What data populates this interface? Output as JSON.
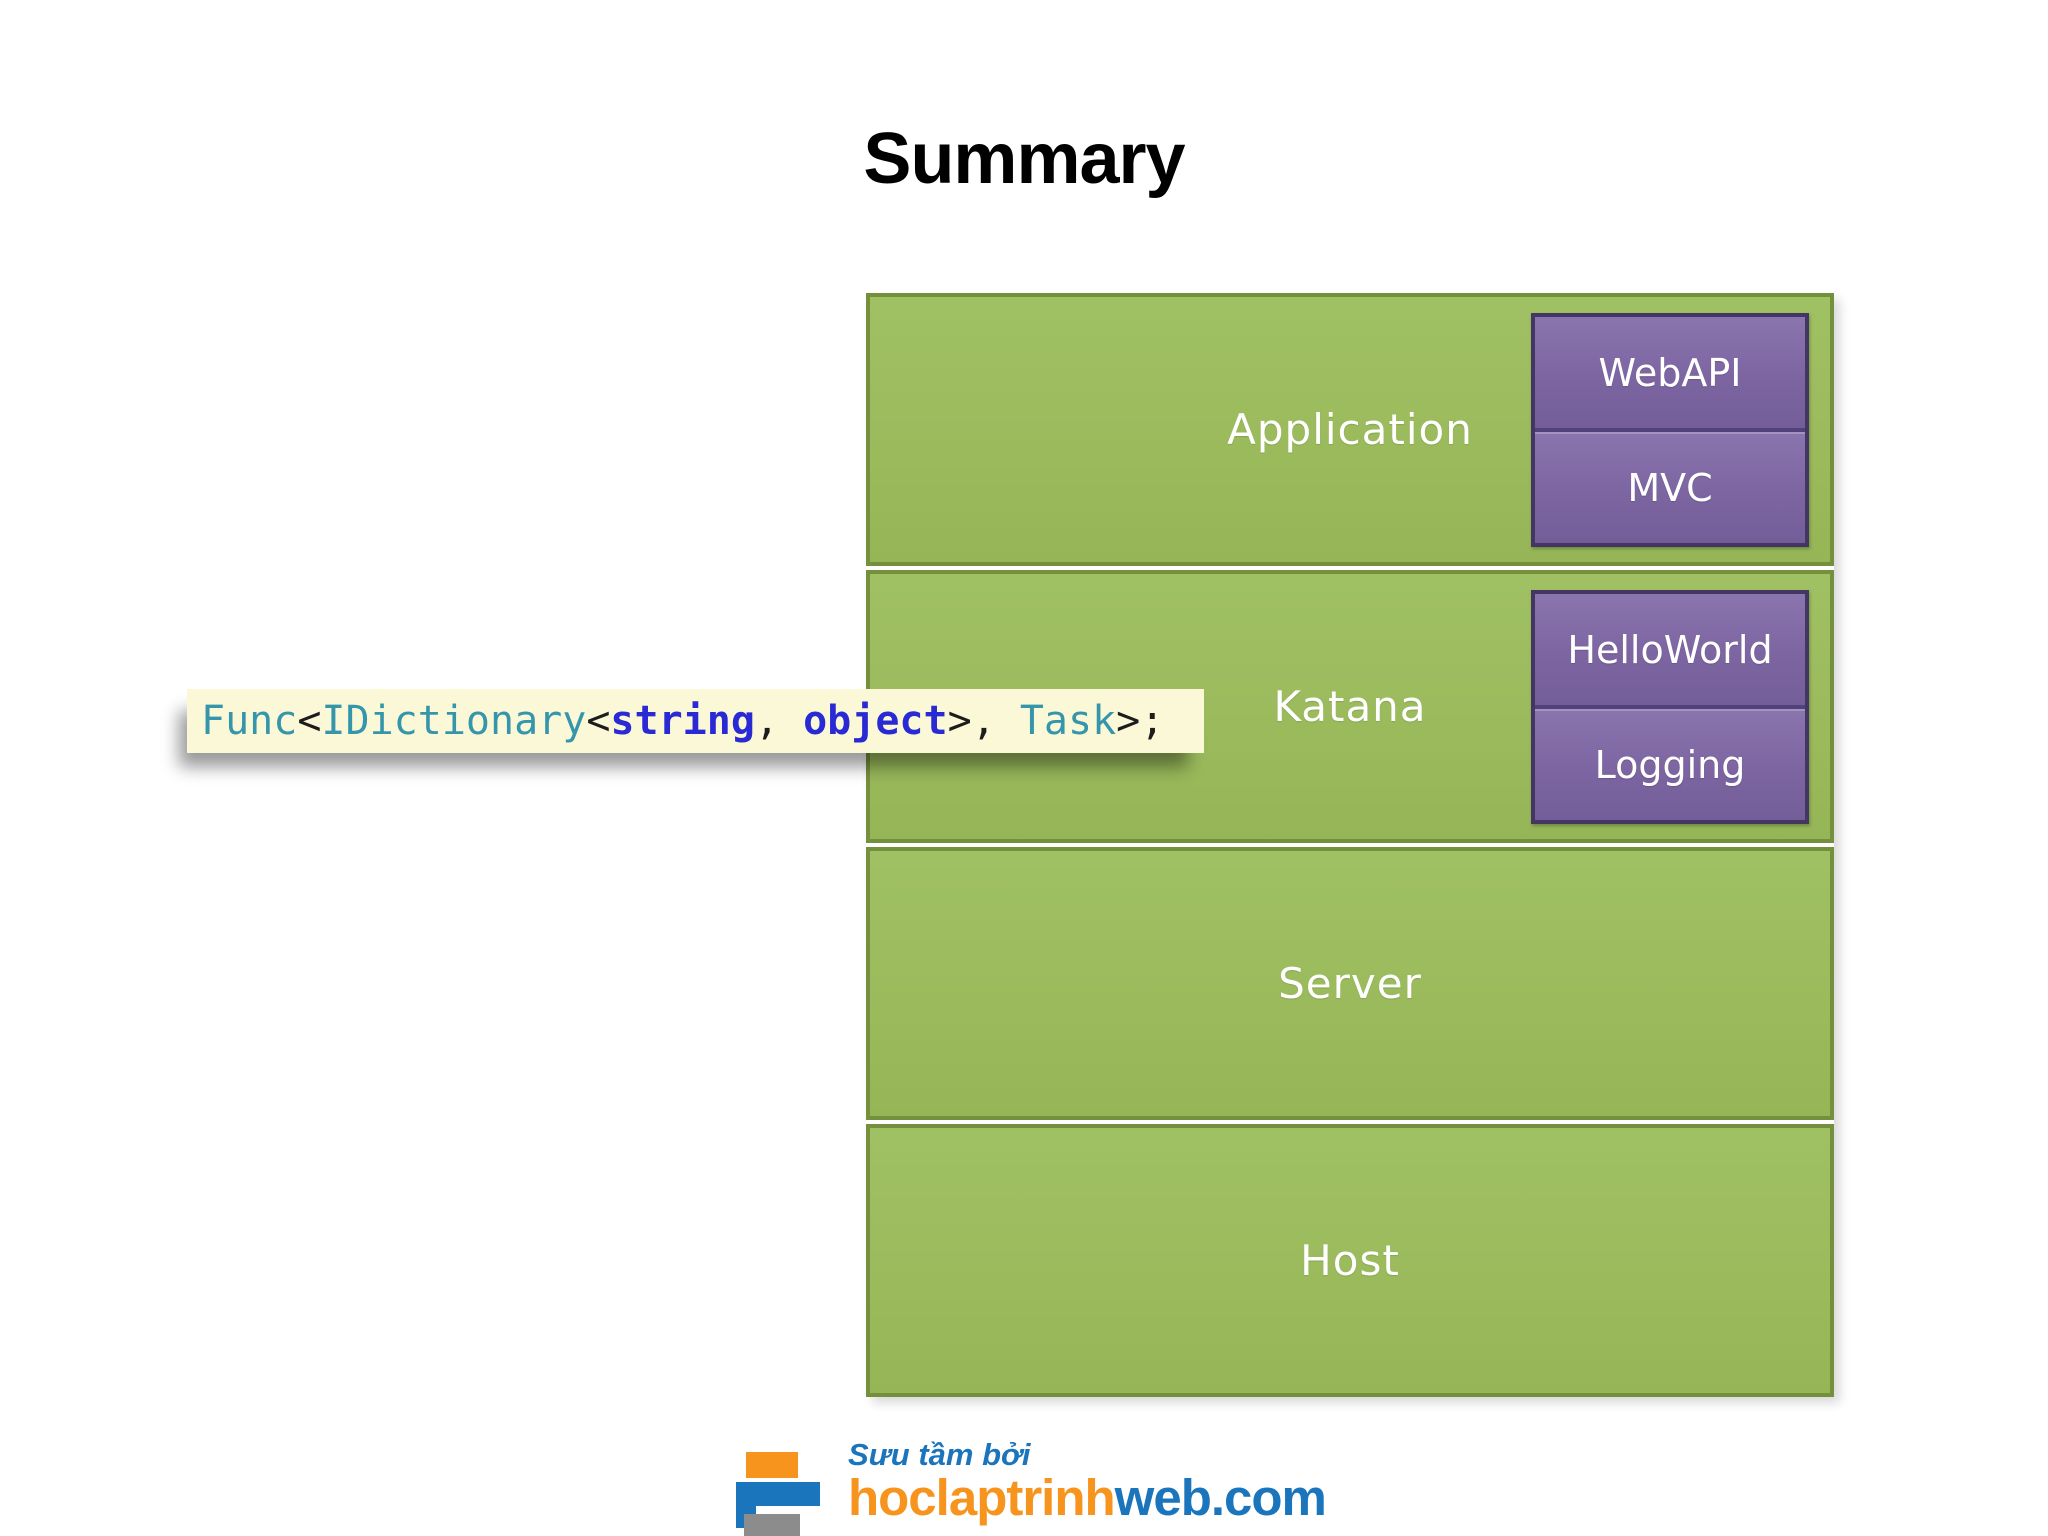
{
  "title": "Summary",
  "diagram": {
    "layers": [
      {
        "label": "Application",
        "children": [
          "WebAPI",
          "MVC"
        ]
      },
      {
        "label": "Katana",
        "children": [
          "HelloWorld",
          "Logging"
        ]
      },
      {
        "label": "Server",
        "children": []
      },
      {
        "label": "Host",
        "children": []
      }
    ]
  },
  "code": {
    "tokens": [
      {
        "text": "Func",
        "type": "type"
      },
      {
        "text": "<",
        "type": "punct"
      },
      {
        "text": "IDictionary",
        "type": "type"
      },
      {
        "text": "<",
        "type": "punct"
      },
      {
        "text": "string",
        "type": "keyword"
      },
      {
        "text": ", ",
        "type": "punct"
      },
      {
        "text": "object",
        "type": "keyword"
      },
      {
        "text": ">, ",
        "type": "punct"
      },
      {
        "text": "Task",
        "type": "type"
      },
      {
        "text": ">;",
        "type": "punct"
      }
    ]
  },
  "footer": {
    "tagline": "Sưu tầm bởi",
    "brand_orange": "hoclaptrinh",
    "brand_blue": "web.com"
  },
  "colors": {
    "layer_fill": "#9aba5c",
    "layer_border": "#74903d",
    "box_fill": "#7b64a0",
    "box_border": "#443663",
    "callout_bg": "#fbf8d8",
    "code_type": "#3596ab",
    "code_keyword": "#2a2ad4",
    "code_punct": "#1c1c1c",
    "brand_orange": "#f7941e",
    "brand_blue": "#1b75bc",
    "logo_gray": "#8c8c8c"
  }
}
